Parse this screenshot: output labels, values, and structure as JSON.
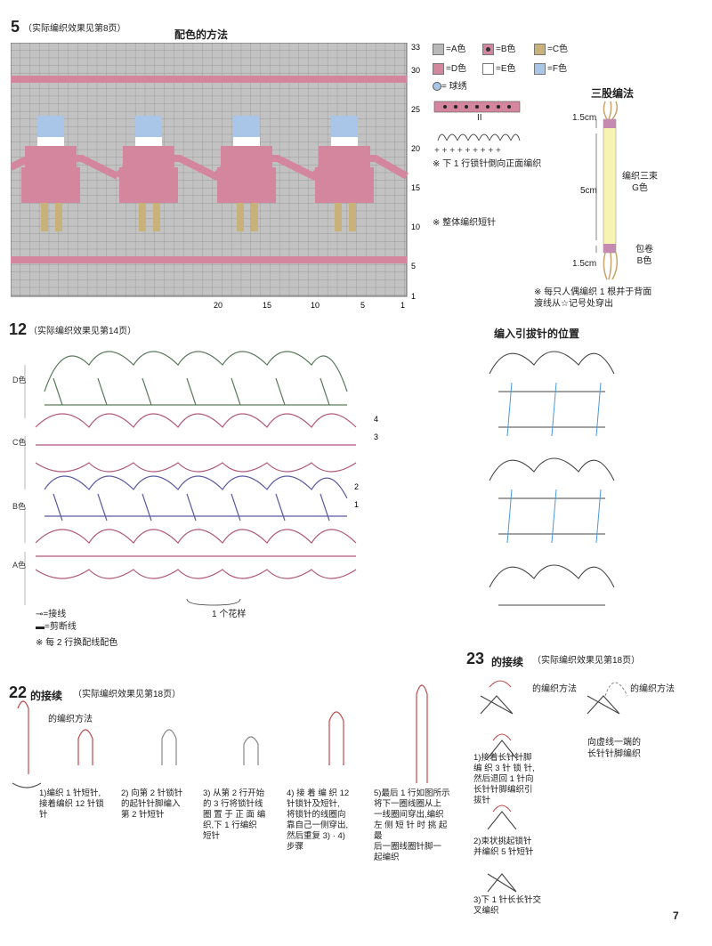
{
  "sec5": {
    "num": "5",
    "ref": "（实际编织效果见第8页）",
    "heading": "配色的方法",
    "row_labels": [
      "33",
      "30",
      "25",
      "20",
      "15",
      "10",
      "5",
      "1"
    ],
    "col_labels": [
      "20",
      "15",
      "10",
      "5",
      "1"
    ],
    "legend": [
      {
        "label": "=A色",
        "color": "#b8b8b8",
        "mark": ""
      },
      {
        "label": "=B色",
        "color": "#d4869f",
        "mark": "dot"
      },
      {
        "label": "=C色",
        "color": "#c9b27a",
        "mark": ""
      },
      {
        "label": "=D色",
        "color": "#d4869f",
        "mark": ""
      },
      {
        "label": "=E色",
        "color": "#ffffff",
        "mark": ""
      },
      {
        "label": "=F色",
        "color": "#a9c6e8",
        "mark": ""
      }
    ],
    "ball_label": "= 球绣",
    "equals": "II",
    "note1": "※ 下 1 行锁针倒向正面编织",
    "note2": "※ 整体编织短针"
  },
  "braid": {
    "title": "三股编法",
    "top_len": "1.5cm",
    "mid_len": "5cm",
    "bot_len": "1.5cm",
    "label_mid": "编织三束\nG色",
    "label_bot": "包卷\nB色",
    "note": "※ 每只人偶编织 1 根并于背面\n渡线从☆记号处穿出"
  },
  "sec12": {
    "num": "12",
    "ref": "（实际编织效果见第14页）",
    "colors": [
      "D色",
      "C色",
      "B色",
      "A色"
    ],
    "row_marks": [
      "4",
      "3",
      "2",
      "1"
    ],
    "repeat": "1 个花样",
    "legend_join": "=接线",
    "legend_cut": "=剪断线",
    "note": "※ 每 2 行换配线配色"
  },
  "slip": {
    "title": "编入引拔针的位置"
  },
  "sec22": {
    "num": "22",
    "title": "的接续",
    "ref": "（实际编织效果见第18页）",
    "method": "的编织方法",
    "steps": [
      "1)编织 1 针短针,\n接着编织 12 针锁\n针",
      "2) 向第 2 针锁针\n的起针针脚编入\n第 2 针短针",
      "3) 从第 2 行开始\n的 3 行将锁针线\n圈 置 于 正 面 编\n织,下 1 行编织\n短针",
      "4) 接 着 编 织 12\n针锁针及短针,\n将锁针的线圈向\n靠自己一侧穿出,\n然后重复 3) · 4)\n步骤",
      "5)最后 1 行如图所示\n将下一圈线圈从上\n一线圈间穿出,编织\n左 侧 短 针 时 挑 起 最\n后一圈线圈针脚一\n起编织"
    ]
  },
  "sec23": {
    "num": "23",
    "title": "的接续",
    "ref": "（实际编织效果见第18页）",
    "method1": "的编织方法",
    "method2": "的编织方法",
    "right_note": "向虚线一端的\n长针针脚编织",
    "steps": [
      "1)接着长针针脚\n编 织 3 针 锁 针,\n然后退回 1 针向\n长针针脚编织引\n拔针",
      "2)束状挑起锁针\n并编织 5 针短针",
      "3)下 1 针长长针交\n叉编织"
    ]
  },
  "page_number": "7"
}
